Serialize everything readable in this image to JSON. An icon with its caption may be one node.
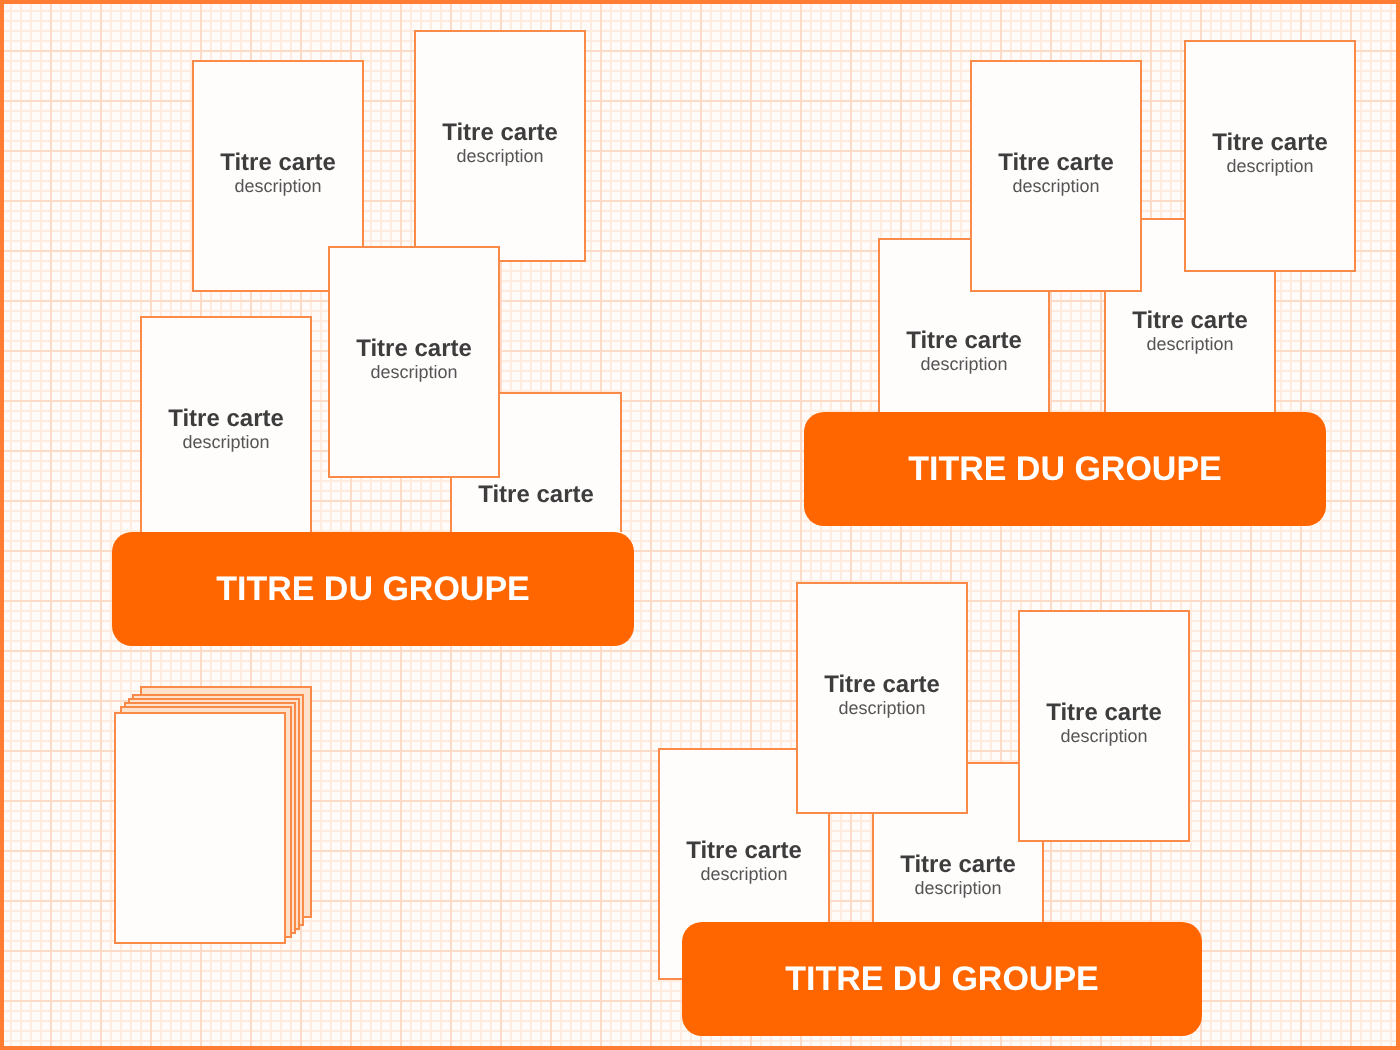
{
  "diagram": {
    "nodes": [
      {
        "text": [
          "Titre carte",
          "description"
        ]
      },
      {
        "text": [
          "Titre carte",
          "description"
        ]
      },
      {
        "text": [
          "Titre carte",
          "description"
        ]
      },
      {
        "text": [
          "Titre carte",
          "description"
        ]
      },
      {
        "text": [
          "Titre carte"
        ]
      },
      {
        "text": [
          "TITRE DU GROUPE"
        ]
      },
      {
        "text": [
          "Titre carte",
          "description"
        ]
      },
      {
        "text": [
          "Titre carte",
          "description"
        ]
      },
      {
        "text": [
          "Titre carte",
          "description"
        ]
      },
      {
        "text": [
          "Titre carte",
          "description"
        ]
      },
      {
        "text": [
          "TITRE DU GROUPE"
        ]
      },
      {
        "text": [
          "Titre carte",
          "description"
        ]
      },
      {
        "text": [
          "Titre carte",
          "description"
        ]
      },
      {
        "text": [
          "Titre carte",
          "description"
        ]
      },
      {
        "text": [
          "Titre carte",
          "description"
        ]
      },
      {
        "text": [
          "TITRE DU GROUPE"
        ]
      },
      {
        "text": [],
        "shape": "box"
      }
    ]
  }
}
